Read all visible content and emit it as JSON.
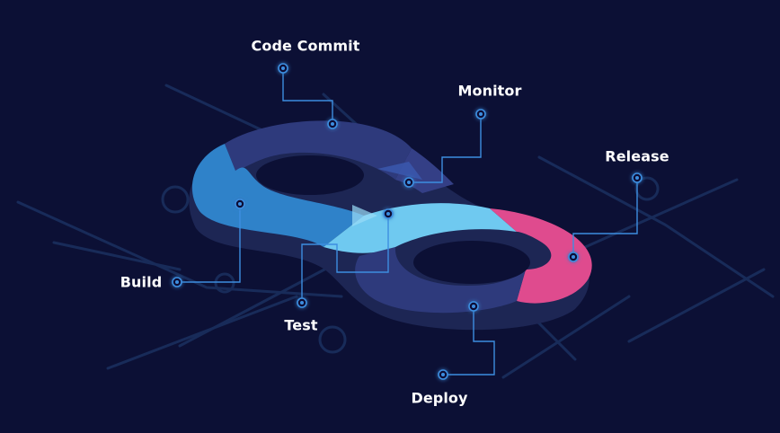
{
  "colors": {
    "background": "#0c1035",
    "circuit": "#1a2f5e",
    "segment_dark": "#2e3a7c",
    "segment_blue": "#2f82c9",
    "segment_light": "#6fc9f0",
    "segment_pink": "#df4b8e",
    "connector": "#3d8ee0",
    "label": "#ffffff"
  },
  "stages": [
    {
      "id": "code-commit",
      "label": "Code Commit"
    },
    {
      "id": "monitor",
      "label": "Monitor"
    },
    {
      "id": "release",
      "label": "Release"
    },
    {
      "id": "build",
      "label": "Build"
    },
    {
      "id": "test",
      "label": "Test"
    },
    {
      "id": "deploy",
      "label": "Deploy"
    }
  ]
}
